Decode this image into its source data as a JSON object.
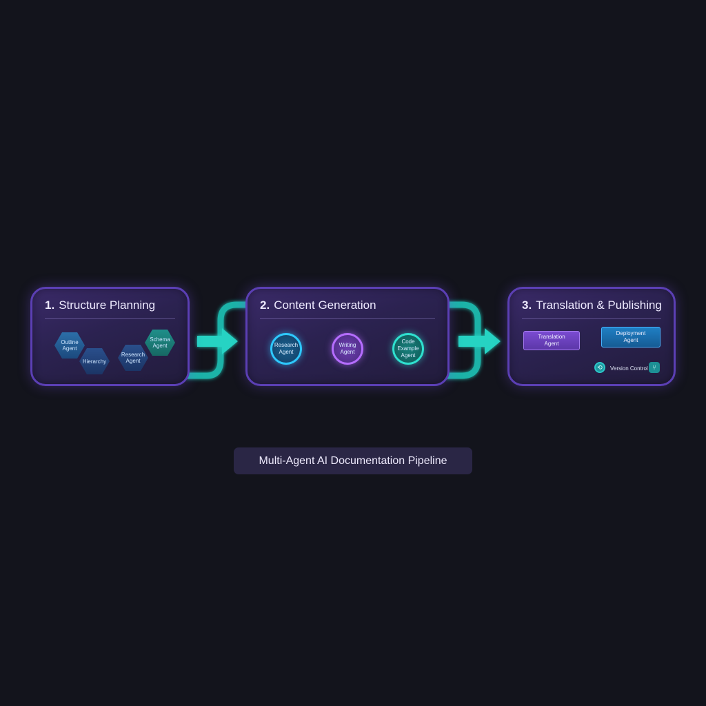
{
  "stages": [
    {
      "number": "1.",
      "title": "Structure Planning",
      "agents": [
        "Outline Agent",
        "Hierarchy",
        "Research Agent",
        "Schema Agent"
      ]
    },
    {
      "number": "2.",
      "title": "Content Generation",
      "agents": [
        "Research Agent",
        "Writing Agent",
        "Code Example Agent"
      ]
    },
    {
      "number": "3.",
      "title": "Translation & Publishing",
      "agents": [
        "Translation Agent",
        "Deployment Agent"
      ],
      "footer_label": "Version Control"
    }
  ],
  "caption": "Multi-Agent AI Documentation Pipeline",
  "colors": {
    "background": "#13141c",
    "card_border": "#5b3fb4",
    "connector": "#27d3c3",
    "accent_purple": "#b56dff",
    "accent_blue": "#2ec8ff"
  }
}
